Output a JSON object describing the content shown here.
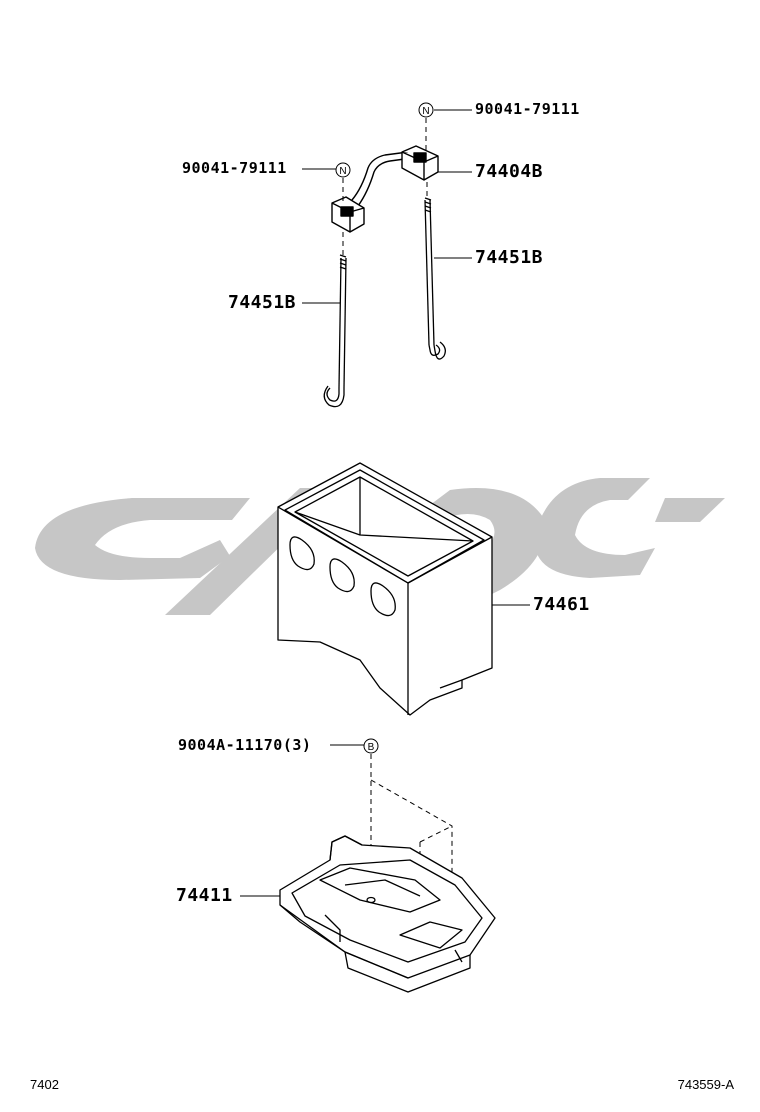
{
  "watermark": {
    "color": "#c6c6c6"
  },
  "callouts": {
    "nut_top": "90041-79111",
    "nut_left": "90041-79111",
    "clamp": "74404B",
    "rod_right": "74451B",
    "rod_left": "74451B",
    "battery_box": "74461",
    "bolt": "9004A-11170(3)",
    "tray": "74411"
  },
  "symbols": {
    "nut": "N",
    "bolt": "B"
  },
  "footer": {
    "page_code": "7402",
    "illustration_id": "743559-A"
  }
}
